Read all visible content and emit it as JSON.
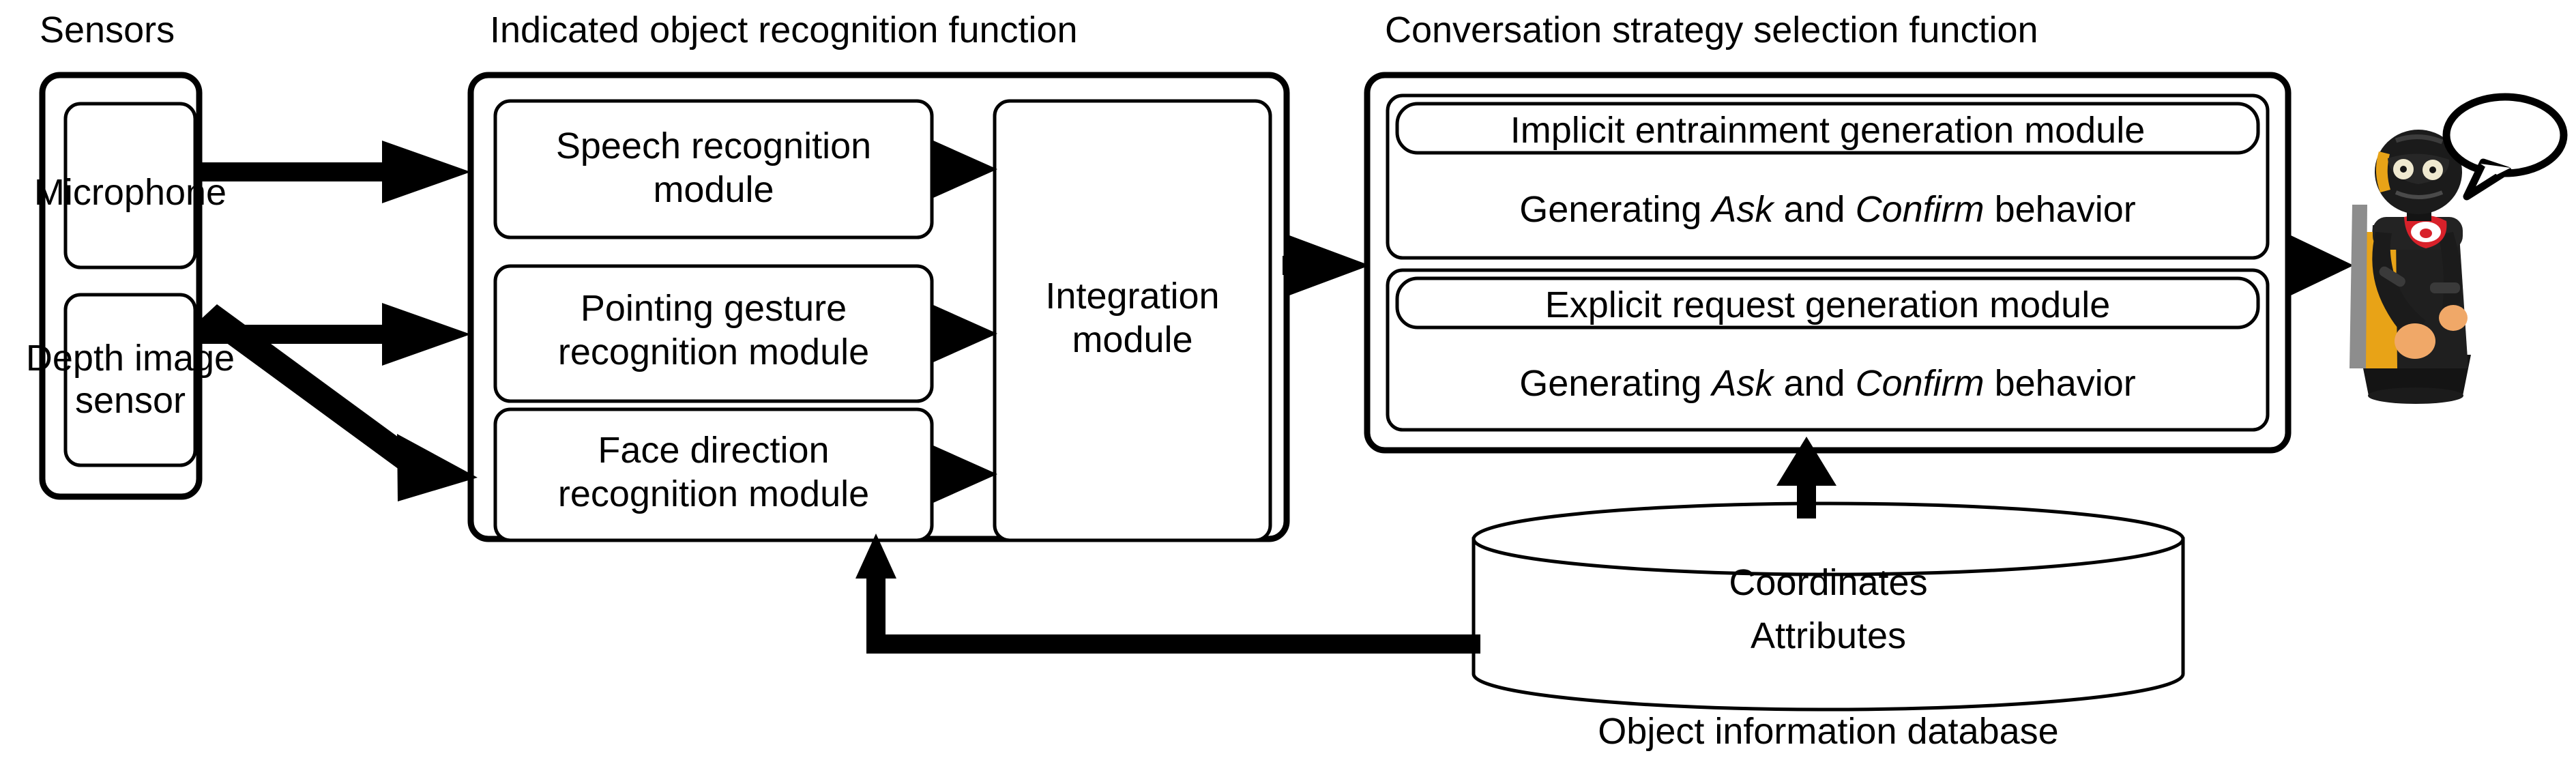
{
  "diagram": {
    "title": "System architecture of indicated object recognition and conversation strategy selection",
    "groups": {
      "sensors": {
        "label": "Sensors",
        "items": [
          {
            "label": "Microphone"
          },
          {
            "label_line1": "Depth image",
            "label_line2": "sensor"
          }
        ]
      },
      "recognition": {
        "label": "Indicated object recognition function",
        "modules": [
          {
            "label_line1": "Speech recognition",
            "label_line2": "module"
          },
          {
            "label_line1": "Pointing gesture",
            "label_line2": "recognition module"
          },
          {
            "label_line1": "Face direction",
            "label_line2": "recognition module"
          }
        ],
        "integration": {
          "label_line1": "Integration",
          "label_line2": "module"
        }
      },
      "conversation": {
        "label": "Conversation strategy selection function",
        "blocks": [
          {
            "header": "Implicit entrainment generation module",
            "body_pre": "Generating ",
            "body_em1": "Ask",
            "body_mid": " and ",
            "body_em2": "Confirm",
            "body_post": " behavior"
          },
          {
            "header": "Explicit request generation module",
            "body_pre": "Generating ",
            "body_em1": "Ask",
            "body_mid": " and ",
            "body_em2": "Confirm",
            "body_post": " behavior"
          }
        ]
      },
      "database": {
        "line1": "Coordinates",
        "line2": "Attributes",
        "caption": "Object information database"
      },
      "robot": {
        "name": "humanoid-robot",
        "speech_bubble": ""
      }
    },
    "colors": {
      "stroke": "#000000",
      "fill": "#ffffff",
      "robot_body": "#1b1b1b",
      "robot_panel": "#e8a317",
      "robot_hand": "#f0a868",
      "robot_logo": "#d8212a",
      "robot_eye": "#efe9d0"
    }
  }
}
